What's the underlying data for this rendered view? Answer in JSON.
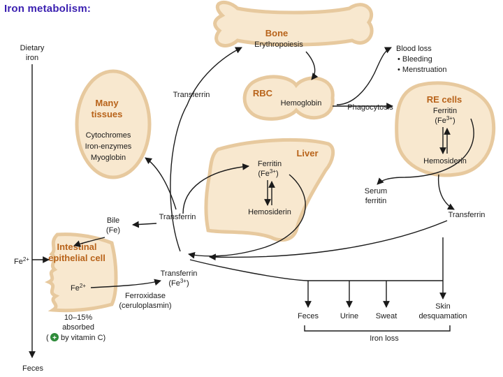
{
  "title": "Iron metabolism:",
  "colors": {
    "title": "#3a1fb0",
    "organ_header": "#b8631a",
    "organ_fill": "#f8e8cf",
    "organ_border": "#e7c99e",
    "plus_badge": "#2e8b3a"
  },
  "organs": {
    "bone": {
      "title": "Bone",
      "process": "Erythropoiesis"
    },
    "rbc": {
      "title": "RBC",
      "content": "Hemoglobin"
    },
    "many_tissues": {
      "title_line1": "Many",
      "title_line2": "tissues",
      "items": [
        "Cytochromes",
        "Iron-enzymes",
        "Myoglobin"
      ]
    },
    "liver": {
      "title": "Liver",
      "ferritin": "Ferritin",
      "ferric": "(Fe",
      "ferric_sup": "3+",
      "ferric_close": ")",
      "hemosiderin": "Hemosiderin"
    },
    "re_cells": {
      "title": "RE cells",
      "ferritin": "Ferritin",
      "ferric": "(Fe",
      "ferric_sup": "3+",
      "ferric_close": ")",
      "hemosiderin": "Hemosiderin"
    },
    "intestinal": {
      "title_line1": "Intestinal",
      "title_line2": "epithelial cell",
      "fe2_inside": "Fe",
      "fe2_sup": "2+",
      "ferroxidase": "Ferroxidase",
      "ceruloplasmin": "(ceruloplasmin)"
    }
  },
  "labels": {
    "dietary_1": "Dietary",
    "dietary_2": "iron",
    "transferrin_top": "Transferrin",
    "transferrin_mid": "Transferrin",
    "transferrin_right": "Transferrin",
    "transferrin_bottom": "Transferrin",
    "transferrin_bottom_fe": "(Fe",
    "transferrin_bottom_sup": "3+",
    "transferrin_bottom_close": ")",
    "phagocytosis": "Phagocytosis",
    "blood_loss": "Blood loss",
    "blood_loss_items": [
      "• Bleeding",
      "• Menstruation"
    ],
    "serum_1": "Serum",
    "serum_2": "ferritin",
    "bile_1": "Bile",
    "bile_2": "(Fe)",
    "fe2_left": "Fe",
    "fe2_left_sup": "2+",
    "absorbed_1": "10–15%",
    "absorbed_2": "absorbed",
    "absorbed_3_pre": "(",
    "absorbed_plus": "+",
    "absorbed_3_post": "by vitamin C)",
    "feces_bottom": "Feces",
    "losses": [
      "Feces",
      "Urine",
      "Sweat",
      "Skin",
      "desquamation"
    ],
    "iron_loss": "Iron loss"
  }
}
